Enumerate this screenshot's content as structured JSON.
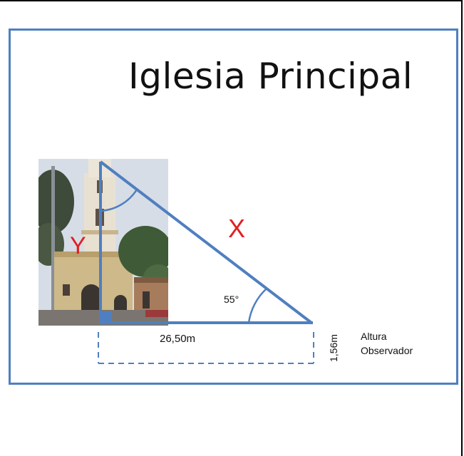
{
  "title": "Iglesia Principal",
  "labels": {
    "y": "Y",
    "x": "X",
    "angle": "55°",
    "base": "26,50m",
    "observer_height": "1,56m",
    "observer_line1": "Altura",
    "observer_line2": "Observador"
  },
  "colors": {
    "frame": "#4f7fc0",
    "variable_labels": "#e02020"
  }
}
